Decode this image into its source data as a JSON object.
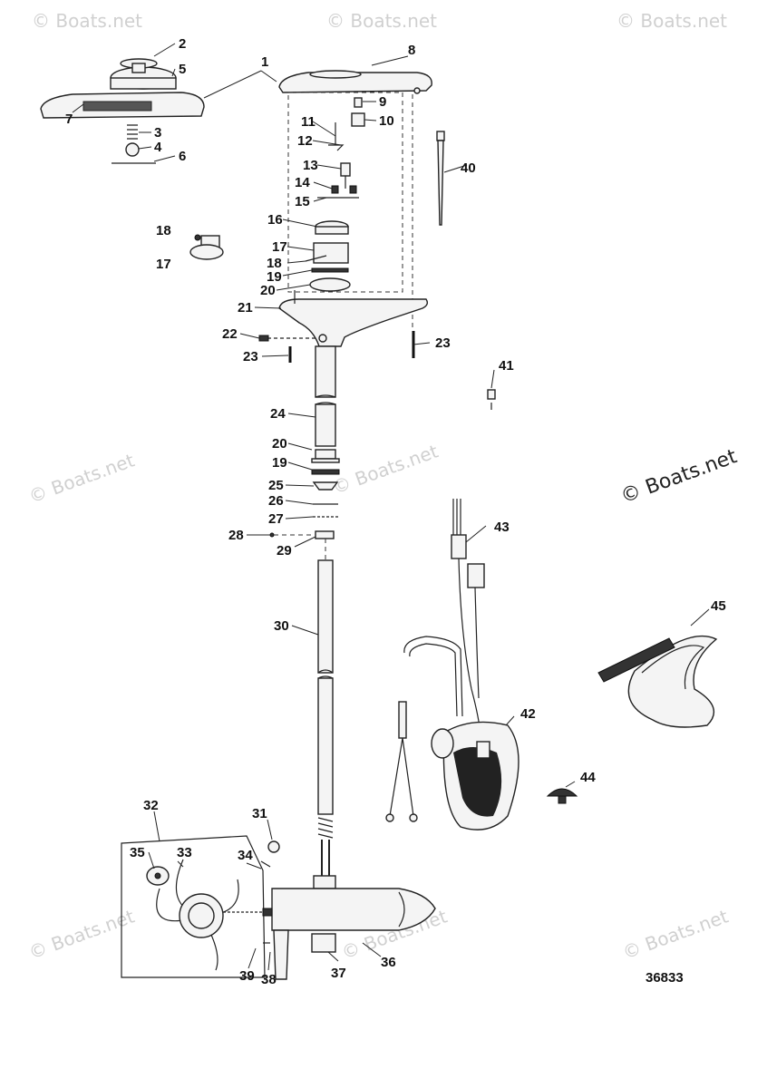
{
  "watermark_text": "© Boats.net",
  "copyright_text": "© Boats.net",
  "figure_number": "36833",
  "callouts": [
    "1",
    "2",
    "3",
    "4",
    "5",
    "6",
    "7",
    "8",
    "9",
    "10",
    "11",
    "12",
    "13",
    "14",
    "15",
    "16",
    "17",
    "17",
    "18",
    "18",
    "19",
    "19",
    "20",
    "20",
    "21",
    "22",
    "23",
    "23",
    "24",
    "25",
    "26",
    "27",
    "28",
    "29",
    "30",
    "31",
    "32",
    "33",
    "34",
    "35",
    "36",
    "37",
    "38",
    "39",
    "40",
    "41",
    "42",
    "43",
    "44",
    "45"
  ]
}
